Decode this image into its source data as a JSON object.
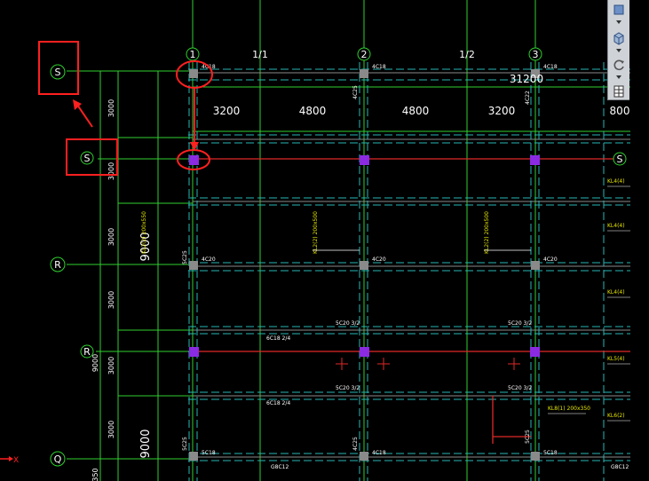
{
  "colors": {
    "background": "#000000",
    "axis_green": "#2fd12f",
    "beam_cyan": "#27b6b6",
    "grid_gray": "#8a8a8a",
    "red_line": "#e02828",
    "magenta_column": "#8a2be2",
    "annotation_yellow": "#e6e600",
    "text_white": "#ffffff",
    "highlight_red": "#ff2020"
  },
  "grid": {
    "column_axes": [
      "1",
      "1/1",
      "2",
      "1/2",
      "3"
    ],
    "row_axes": [
      "S",
      "S",
      "R",
      "R",
      "Q"
    ],
    "total_dimension": "31200",
    "span_dims": [
      "3200",
      "4800",
      "4800",
      "3200"
    ],
    "partial_dim": "800",
    "vertical_dims": [
      "3000",
      "3000",
      "3000",
      "3000",
      "3000",
      "3000"
    ],
    "big_dims": [
      "9000",
      "9000"
    ],
    "small_dims": [
      "9000",
      "350"
    ],
    "row_callout": "S"
  },
  "column_marks": [
    "4C18",
    "4C18",
    "4C18",
    "4C20",
    "4C20",
    "4C20",
    "5C18",
    "4C18",
    "5C18"
  ],
  "beam_marks": [
    "5C20 3/2",
    "5C20 3/2",
    "5C20 3/2",
    "5C20 3/2",
    "6C18 2/4",
    "6C18 2/4",
    "G8C12",
    "G8C12"
  ],
  "side_labels": [
    "4C25",
    "4C25",
    "5C25",
    "5C25",
    "4C22",
    "5C25"
  ],
  "vertical_labels": [
    "KL2(2) 200x550",
    "KL2(2) 200x500",
    "KL2(2) 200x500"
  ],
  "right_notes": [
    "KL4(4)",
    "KL4(4)",
    "KL4(4)",
    "KL5(4)",
    "KL8(1) 200x350",
    "KL6(2)"
  ],
  "ucs": {
    "x_label": "X"
  },
  "toolbar": {
    "items": [
      {
        "icon": "cube-view-icon"
      },
      {
        "icon": "chevron-down-icon"
      },
      {
        "icon": "view-cube-icon"
      },
      {
        "icon": "chevron-down-icon"
      },
      {
        "icon": "orbit-icon"
      },
      {
        "icon": "chevron-down-icon"
      },
      {
        "icon": "grid-sheet-icon"
      }
    ]
  }
}
